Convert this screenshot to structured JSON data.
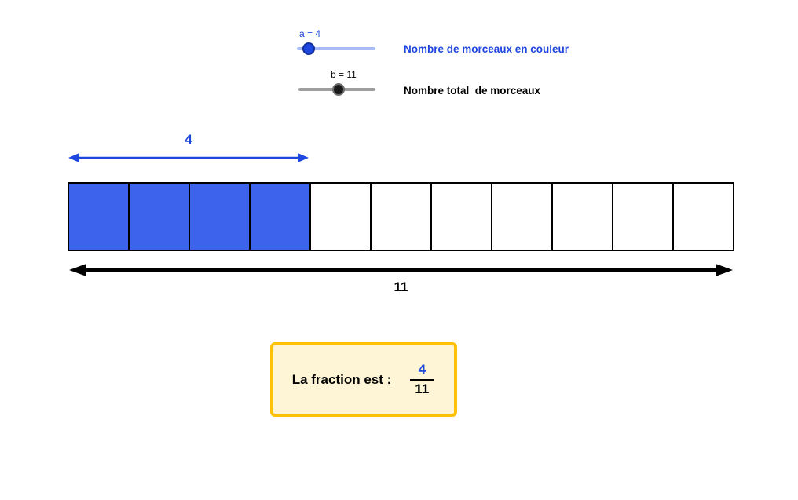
{
  "colors": {
    "accent_blue": "#1e47e0",
    "cell_blue": "#3d63ed",
    "gold": "#ffc107",
    "cream": "#fdf5d6"
  },
  "sliders": {
    "a": {
      "label": "a = 4",
      "value": 4,
      "description": "Nombre de morceaux en couleur"
    },
    "b": {
      "label": "b = 11",
      "value": 11,
      "description": "Nombre total  de morceaux"
    }
  },
  "bar": {
    "total": 11,
    "colored": 4,
    "colored_label": "4",
    "total_label": "11"
  },
  "fraction_box": {
    "text": "La fraction est :",
    "numerator": "4",
    "denominator": "11"
  }
}
